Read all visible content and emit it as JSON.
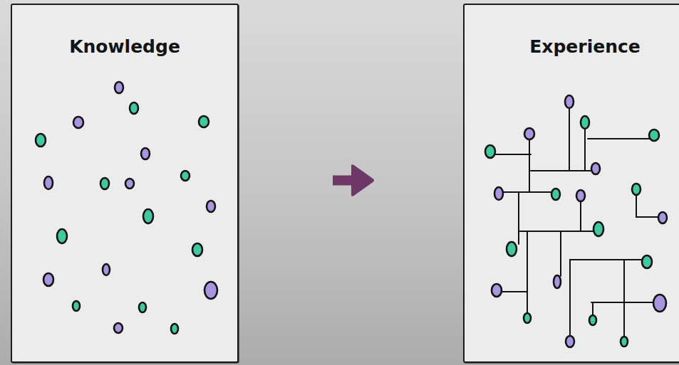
{
  "diagram": {
    "nodes": [
      {
        "text": [
          "Knowledge"
        ]
      },
      {
        "text": [
          "Experience"
        ]
      }
    ],
    "edges": [
      {
        "from": 0,
        "to": 1,
        "arrow": "to"
      }
    ]
  }
}
